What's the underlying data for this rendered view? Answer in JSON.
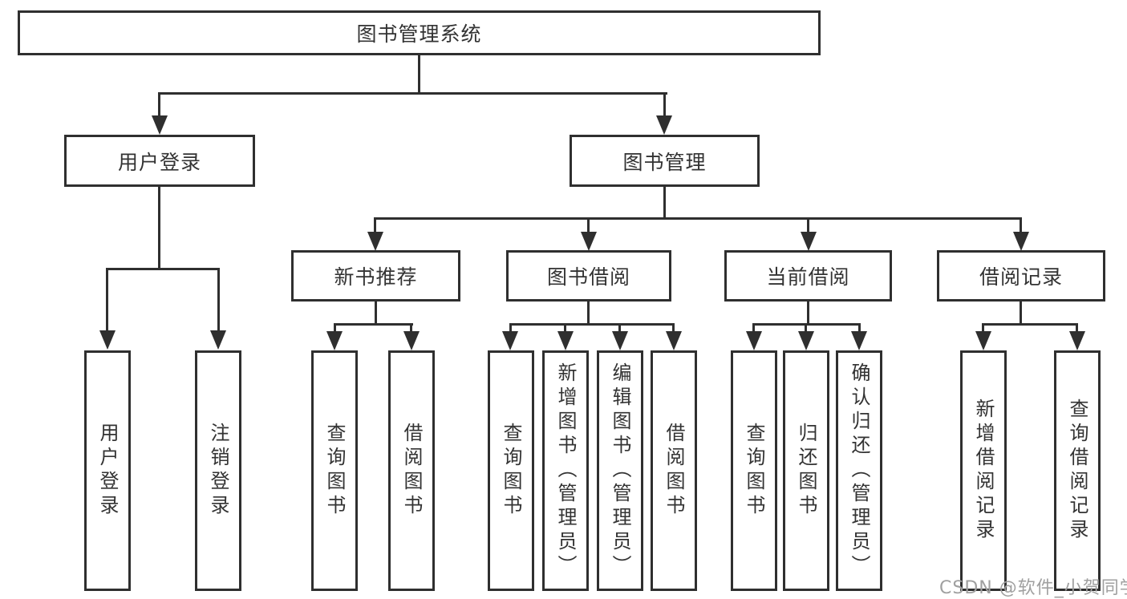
{
  "diagram_title": "图书管理系统",
  "tree": {
    "label": "图书管理系统",
    "children": [
      {
        "label": "用户登录",
        "children": [
          {
            "label": "用户登录"
          },
          {
            "label": "注销登录"
          }
        ]
      },
      {
        "label": "图书管理",
        "children": [
          {
            "label": "新书推荐",
            "children": [
              {
                "label": "查询图书"
              },
              {
                "label": "借阅图书"
              }
            ]
          },
          {
            "label": "图书借阅",
            "children": [
              {
                "label": "查询图书"
              },
              {
                "label": "新增图书（管理员）"
              },
              {
                "label": "编辑图书（管理员）"
              },
              {
                "label": "借阅图书"
              }
            ]
          },
          {
            "label": "当前借阅",
            "children": [
              {
                "label": "查询图书"
              },
              {
                "label": "归还图书"
              },
              {
                "label": "确认归还（管理员）"
              }
            ]
          },
          {
            "label": "借阅记录",
            "children": [
              {
                "label": "新增借阅记录"
              },
              {
                "label": "查询借阅记录"
              }
            ]
          }
        ]
      }
    ]
  },
  "watermark": {
    "text": "CSDN @软件_小贺同学",
    "color": "#a0a0a0"
  },
  "colors": {
    "line": "#2f2f2f",
    "text": "#333333",
    "background": "#ffffff"
  }
}
